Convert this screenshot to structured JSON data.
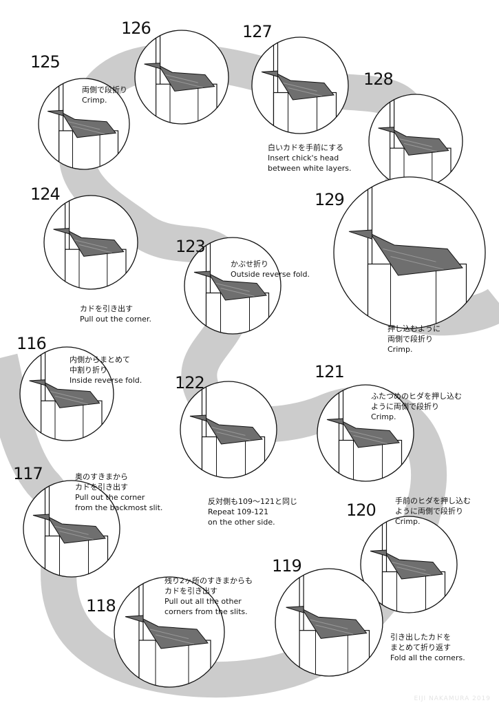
{
  "steps": [
    {
      "id": "125",
      "lines": [
        "両側で段折り",
        "Crimp."
      ]
    },
    {
      "id": "126",
      "lines": []
    },
    {
      "id": "127",
      "lines": [
        "白いカドを手前にする",
        "Insert chick's head",
        "between white layers."
      ]
    },
    {
      "id": "128",
      "lines": []
    },
    {
      "id": "124",
      "lines": [
        "カドを引き出す",
        "Pull out the corner."
      ]
    },
    {
      "id": "129",
      "lines": [
        "押し込むように",
        "両側で段折り",
        "Crimp."
      ]
    },
    {
      "id": "123",
      "lines": [
        "かぶせ折り",
        "Outside reverse fold."
      ]
    },
    {
      "id": "116",
      "lines": [
        "内側からまとめて",
        "中割り折り",
        "Inside reverse fold."
      ]
    },
    {
      "id": "122",
      "lines": [
        "反対側も109〜121と同じ",
        "Repeat 109-121",
        "on the other side."
      ]
    },
    {
      "id": "121",
      "lines": [
        "ふたつめのヒダを押し込む",
        "ように両側で段折り",
        "Crimp."
      ]
    },
    {
      "id": "117",
      "lines": [
        "奥のすきまから",
        "カドを引き出す",
        "Pull out the corner",
        "from the backmost slit."
      ]
    },
    {
      "id": "120",
      "lines": [
        "手前のヒダを押し込む",
        "ように両側で段折り",
        "Crimp."
      ]
    },
    {
      "id": "118",
      "lines": [
        "残り2ヶ所のすきまからも",
        "カドを引き出す",
        "Pull out all the other",
        "corners from the slits."
      ]
    },
    {
      "id": "119",
      "lines": [
        "引き出したカドを",
        "まとめて折り返す",
        "Fold all the corners."
      ]
    }
  ],
  "credit": "EIJI NAKAMURA 2019",
  "colors": {
    "path_band": "#cccccc",
    "paper_dark": "#6f6f6f",
    "paper_mid": "#999999",
    "line": "#111111"
  }
}
